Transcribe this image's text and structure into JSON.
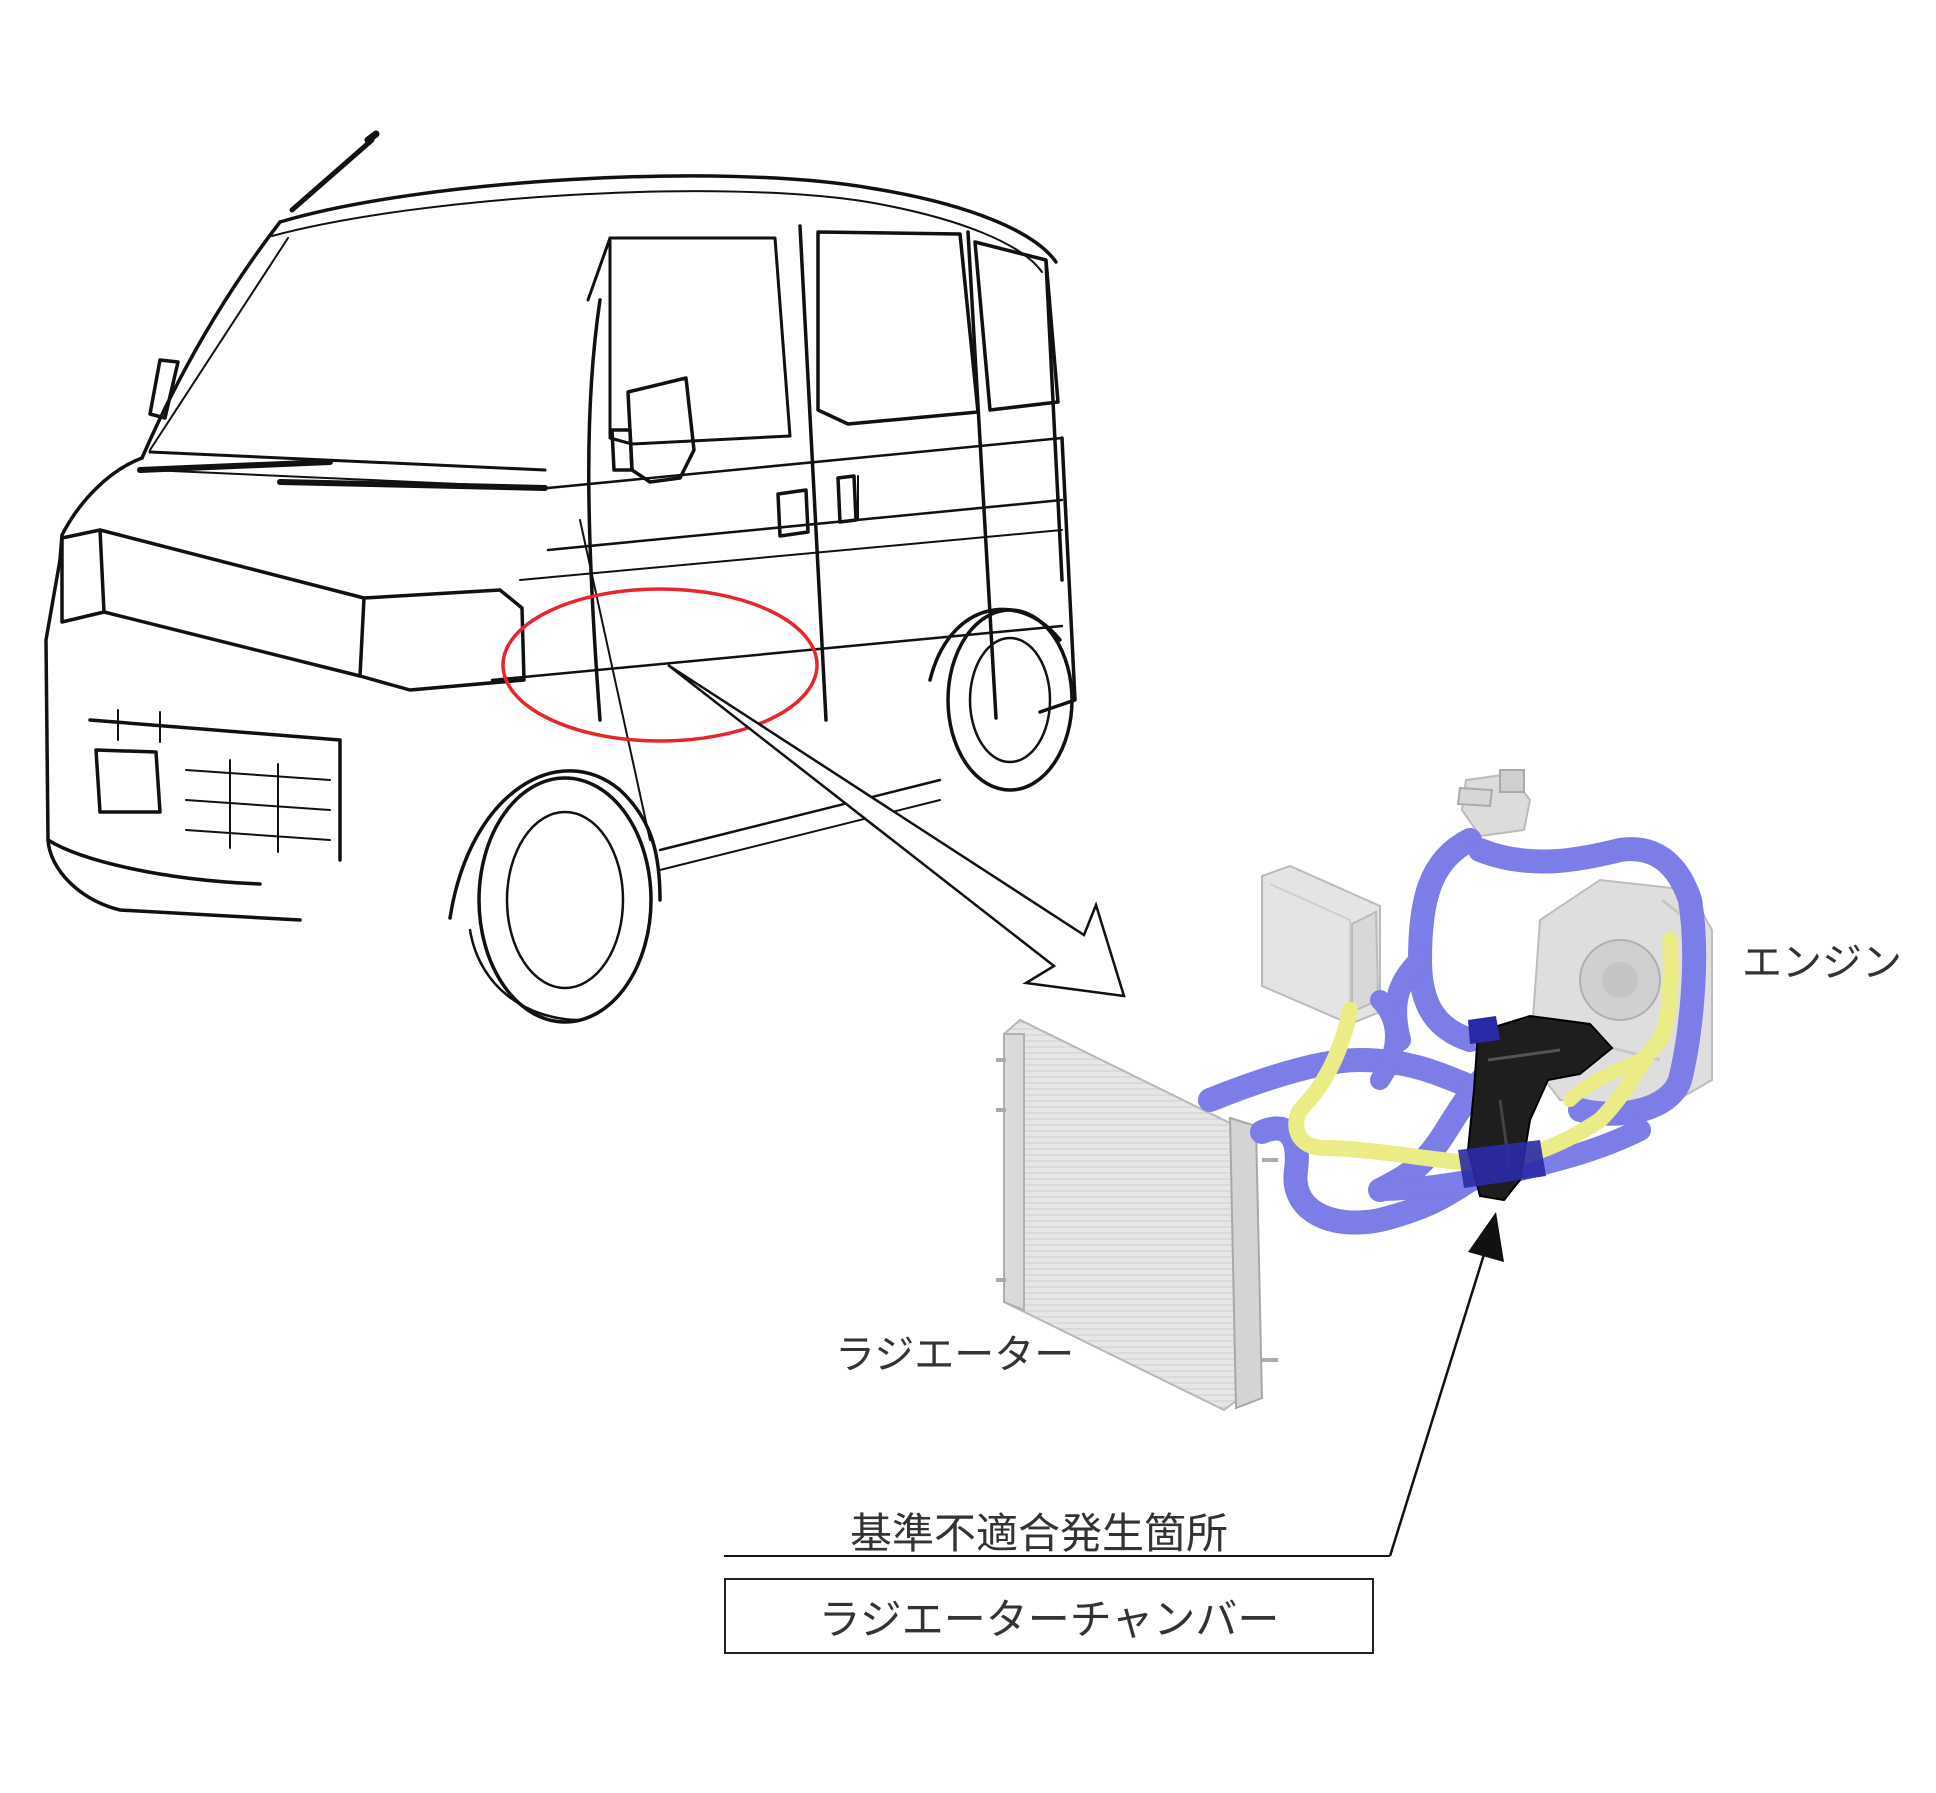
{
  "labels": {
    "engine": "エンジン",
    "radiator": "ラジエーター",
    "defect_location": "基準不適合発生箇所",
    "part_name": "ラジエーターチャンバー"
  },
  "colors": {
    "highlight_ellipse": "#e8252a",
    "coolant_hose_blue": "#7d7de8",
    "coolant_hose_yellow": "#ecec86",
    "chamber": "#1e1e1e",
    "line_art": "#111111"
  },
  "icons": {
    "vehicle": "van-illustration",
    "radiator": "radiator-illustration",
    "engine": "engine-illustration"
  }
}
